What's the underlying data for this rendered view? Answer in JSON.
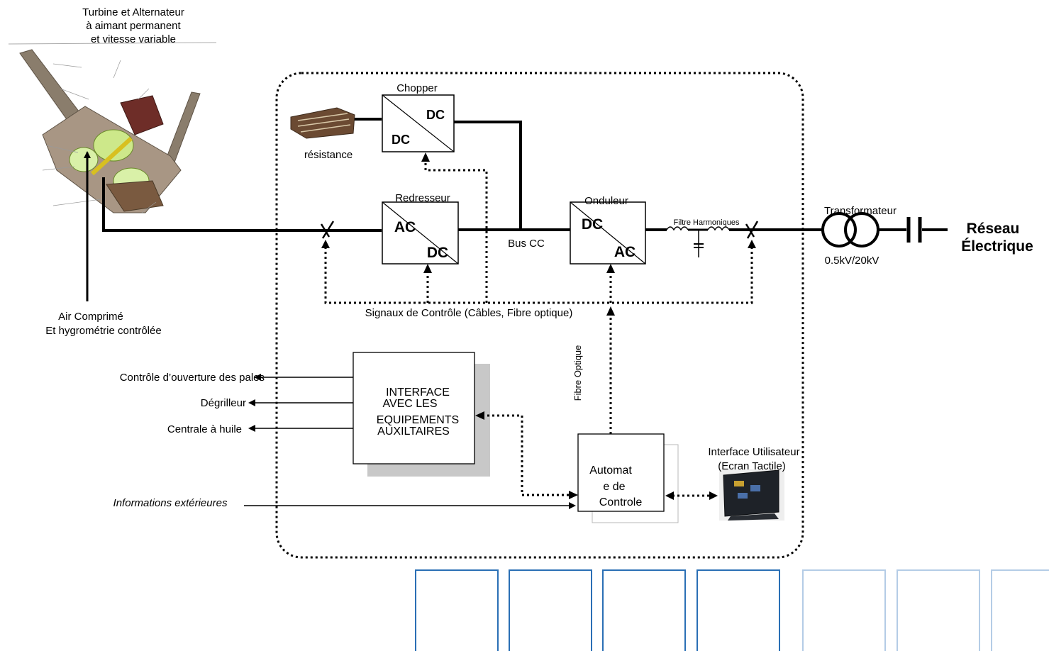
{
  "turbine": {
    "title_line1": "Turbine et Alternateur",
    "title_line2": "à aimant permanent",
    "title_line3": "et vitesse variable"
  },
  "air": {
    "line1": "Air Comprimé",
    "line2": "Et hygrométrie contrôlée"
  },
  "chopper": {
    "title": "Chopper",
    "in": "DC",
    "out": "DC"
  },
  "resistance": {
    "label": "résistance"
  },
  "redresseur": {
    "title": "Redresseur",
    "in": "AC",
    "out": "DC"
  },
  "onduleur": {
    "title": "Onduleur",
    "in": "DC",
    "out": "AC"
  },
  "bus": {
    "label": "Bus CC"
  },
  "filter": {
    "label": "Filtre Harmoniques"
  },
  "transformer": {
    "title": "Transformateur",
    "ratio": "0.5kV/20kV"
  },
  "grid": {
    "line1": "Réseau",
    "line2": "Électrique"
  },
  "signals": {
    "label": "Signaux de Contrôle (Câbles, Fibre optique)"
  },
  "fiber": {
    "label": "Fibre Optique"
  },
  "interface_aux": {
    "line1": "INTERFACE",
    "line2": "AVEC LES",
    "line3": "EQUIPEMENTS",
    "line4": "AUXILTAIRES"
  },
  "aux_outputs": {
    "palles": "Contrôle d’ouverture des pales",
    "degrilleur": "Dégrilleur",
    "huile": "Centrale à huile"
  },
  "external": {
    "label": "Informations extérieures"
  },
  "automat": {
    "line1": "Automat",
    "line2": "e de",
    "line3": "Controle"
  },
  "user_interface": {
    "line1": "Interface Utilisateur",
    "line2": "(Ecran Tactile)"
  },
  "colors": {
    "line": "#000000",
    "shadow": "#c8c8c8",
    "deco_blue": "#2a6fb5"
  }
}
